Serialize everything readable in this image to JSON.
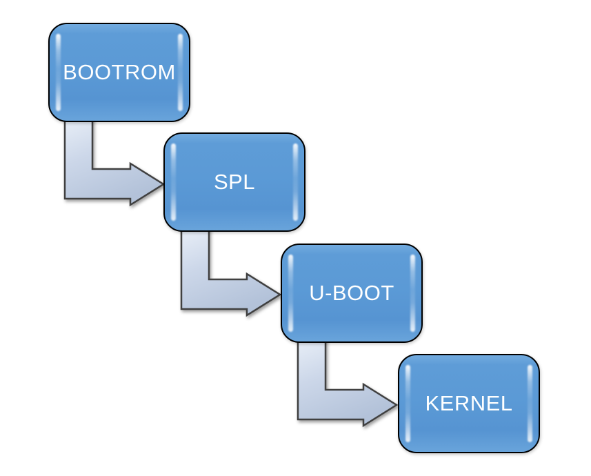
{
  "diagram": {
    "type": "flowchart",
    "nodes": [
      {
        "id": "bootrom",
        "label": "BOOTROM"
      },
      {
        "id": "spl",
        "label": "SPL"
      },
      {
        "id": "uboot",
        "label": "U-BOOT"
      },
      {
        "id": "kernel",
        "label": "KERNEL"
      }
    ],
    "edges": [
      {
        "from": "BOOTROM",
        "to": "SPL"
      },
      {
        "from": "SPL",
        "to": "U-BOOT"
      },
      {
        "from": "U-BOOT",
        "to": "KERNEL"
      }
    ],
    "colors": {
      "background": "#FFFFFF",
      "node_fill": "#5B9AD6",
      "node_border": "#000000",
      "node_text": "#FFFFFF",
      "arrow_fill_light": "#E7EDF7",
      "arrow_fill_dark": "#B7C6DC",
      "arrow_border": "#404040"
    }
  }
}
